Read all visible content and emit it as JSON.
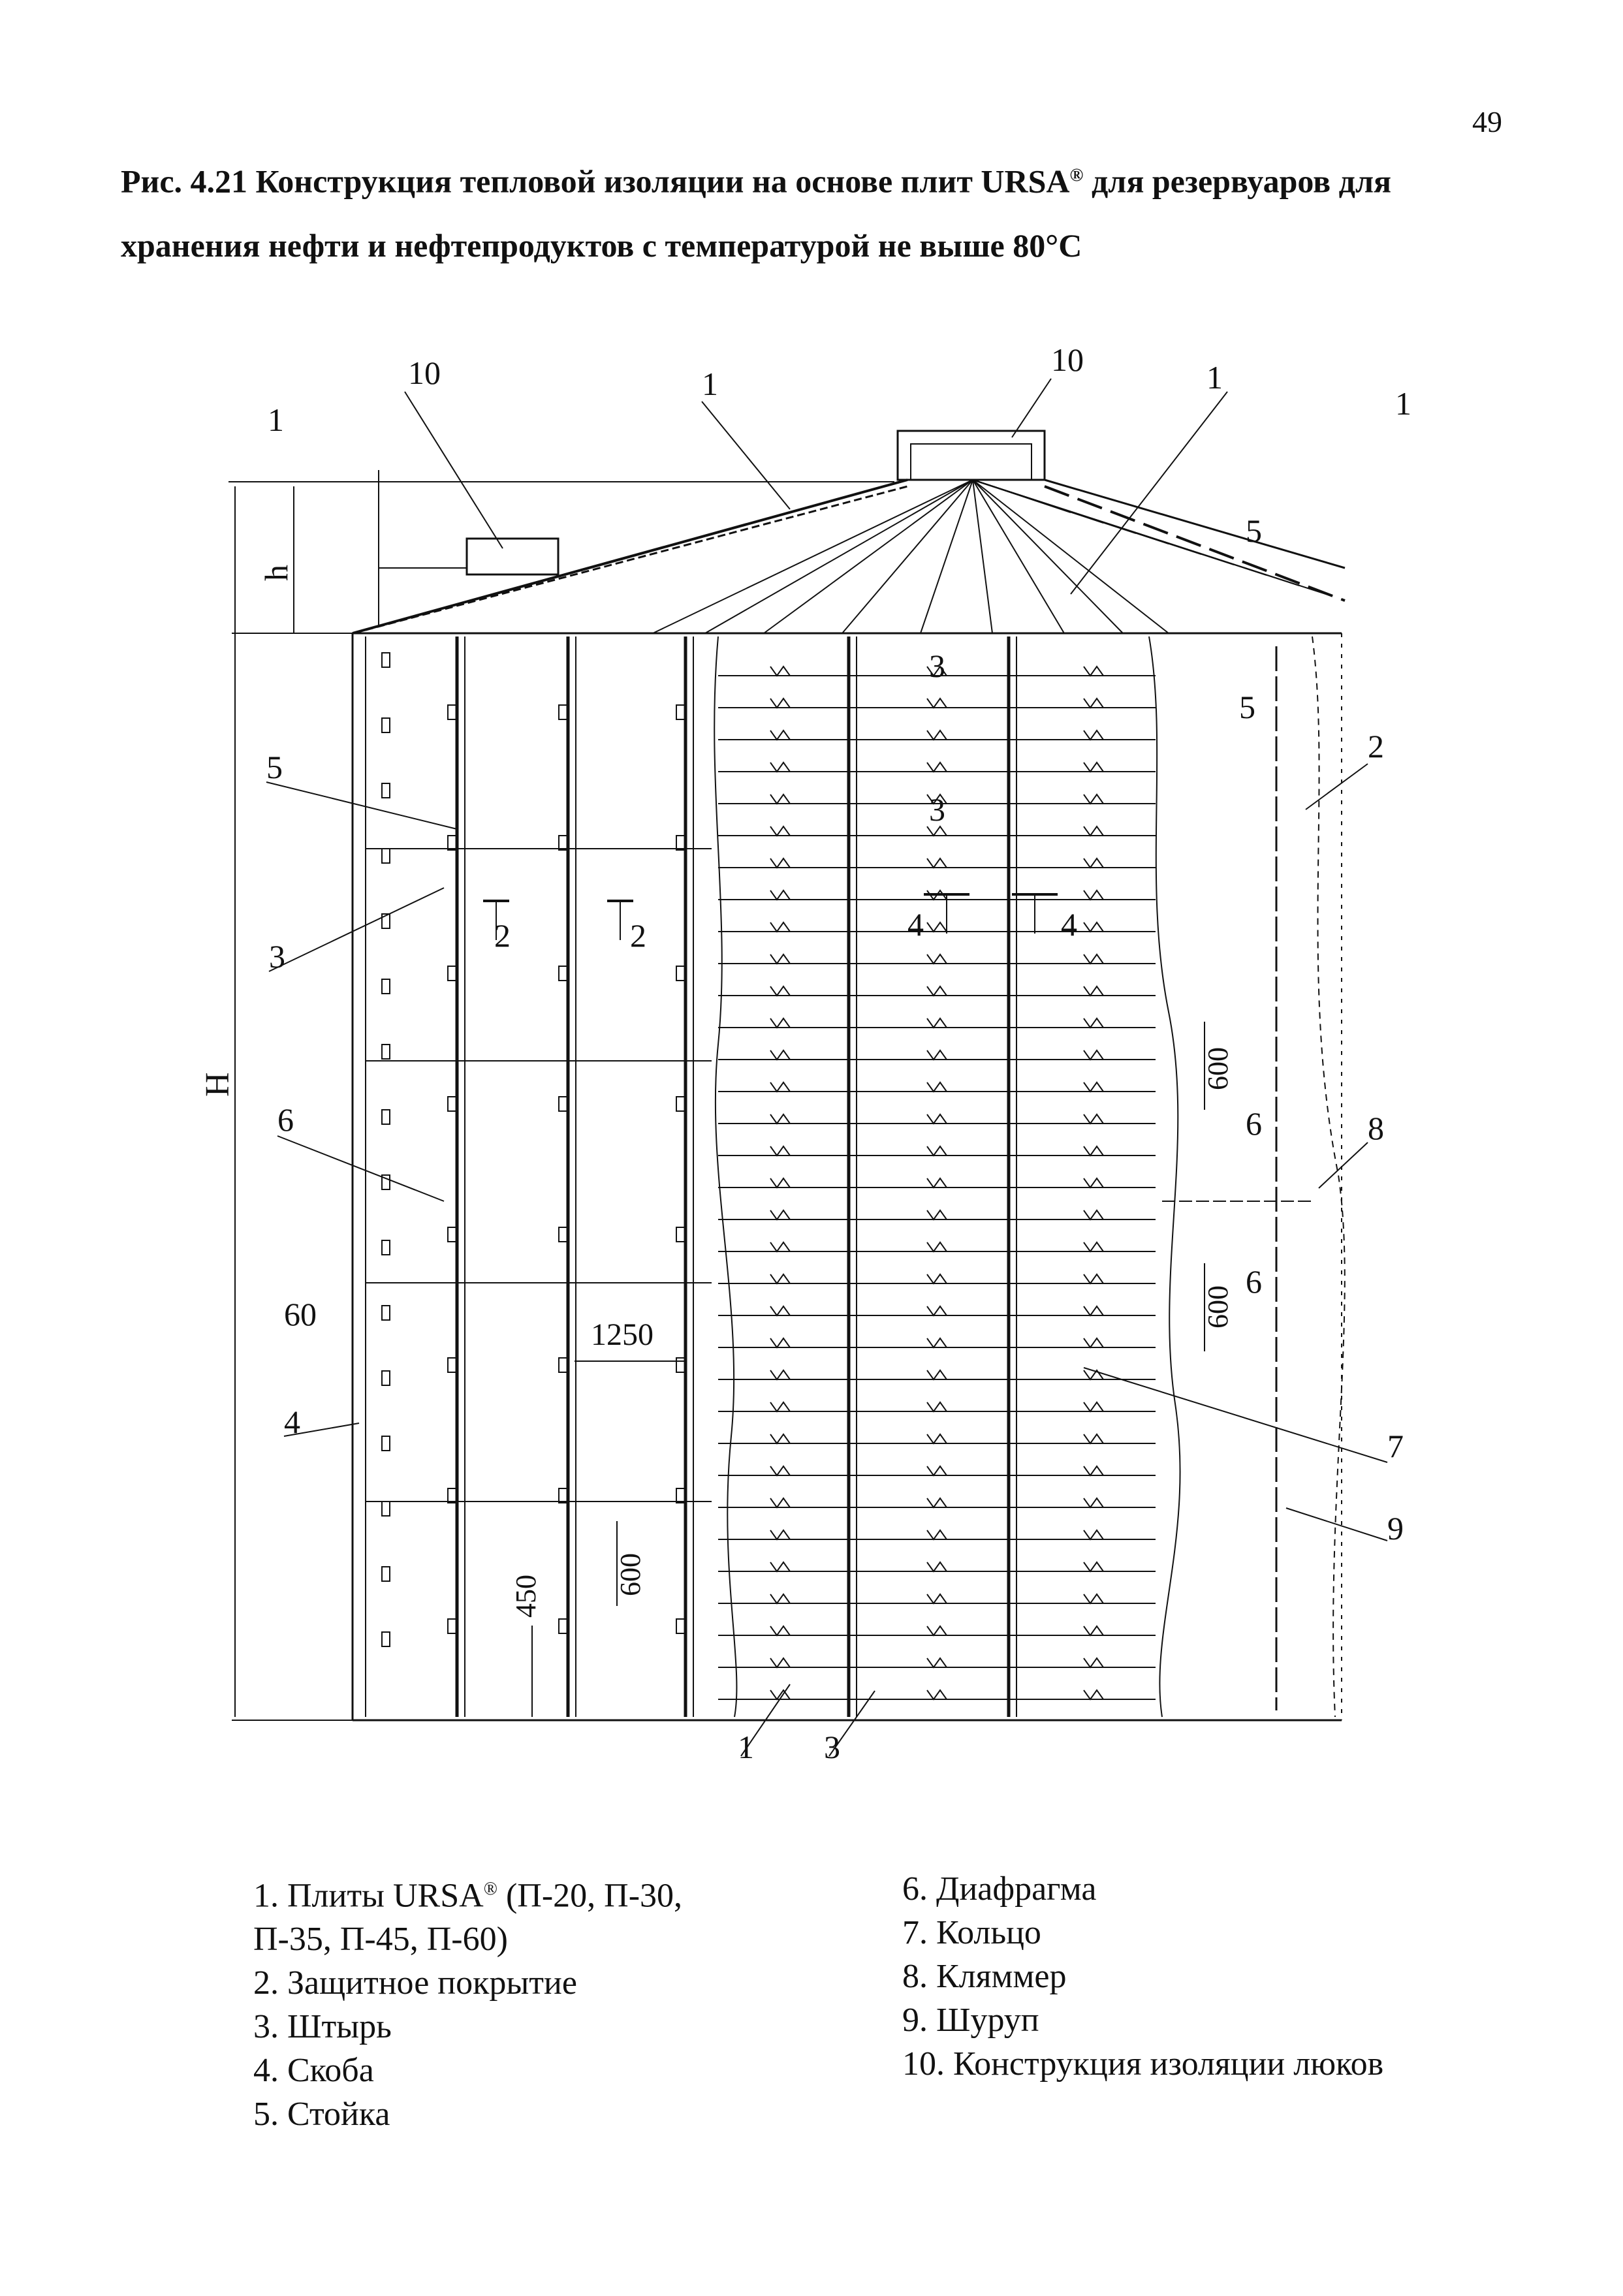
{
  "page_number": "49",
  "caption": {
    "prefix": "Рис. 4.21 Конструкция тепловой изоляции на основе плит URSA",
    "superscript": "®",
    "suffix": " для резервуаров для хранения нефти и нефтепродуктов с температурой не выше 80°С"
  },
  "drawing": {
    "callouts": [
      {
        "id": "c10-left",
        "text": "10"
      },
      {
        "id": "c1-roof-left",
        "text": "1"
      },
      {
        "id": "c10-right",
        "text": "10"
      },
      {
        "id": "c1-roof-right",
        "text": "1"
      },
      {
        "id": "c1-section-left",
        "text": "1"
      },
      {
        "id": "c1-section-right",
        "text": "1"
      },
      {
        "id": "c5-roof",
        "text": "5"
      },
      {
        "id": "c3-top",
        "text": "3"
      },
      {
        "id": "c3-mid",
        "text": "3"
      },
      {
        "id": "c5-right",
        "text": "5"
      },
      {
        "id": "c2-right",
        "text": "2"
      },
      {
        "id": "c5-left",
        "text": "5"
      },
      {
        "id": "c3-left",
        "text": "3"
      },
      {
        "id": "c2-sec-a",
        "text": "2"
      },
      {
        "id": "c2-sec-b",
        "text": "2"
      },
      {
        "id": "c4-sec-a",
        "text": "4"
      },
      {
        "id": "c4-sec-b",
        "text": "4"
      },
      {
        "id": "c6-left",
        "text": "6"
      },
      {
        "id": "c6-right-top",
        "text": "6"
      },
      {
        "id": "c8-right",
        "text": "8"
      },
      {
        "id": "c6-right-bottom",
        "text": "6"
      },
      {
        "id": "c60-left",
        "text": "60"
      },
      {
        "id": "c4-left",
        "text": "4"
      },
      {
        "id": "c7-right",
        "text": "7"
      },
      {
        "id": "c9-right",
        "text": "9"
      },
      {
        "id": "c1-bottom",
        "text": "1"
      },
      {
        "id": "c3-bottom",
        "text": "3"
      }
    ],
    "dimensions": {
      "h": "h",
      "H": "H",
      "d600_top": "600",
      "d600_mid": "600",
      "d600_bottom": "600",
      "d1250": "1250",
      "d450": "450"
    }
  },
  "legend": {
    "left": [
      {
        "prefix": "1.  Плиты URSA",
        "sup": "®",
        "suffix": " (П-20, П-30,"
      },
      {
        "prefix": "П-35, П-45, П-60)",
        "sup": "",
        "suffix": ""
      },
      {
        "prefix": "2. Защитное покрытие",
        "sup": "",
        "suffix": ""
      },
      {
        "prefix": "3. Штырь",
        "sup": "",
        "suffix": ""
      },
      {
        "prefix": "4. Скоба",
        "sup": "",
        "suffix": ""
      },
      {
        "prefix": "5. Стойка",
        "sup": "",
        "suffix": ""
      }
    ],
    "right": [
      {
        "prefix": "6. Диафрагма",
        "sup": "",
        "suffix": ""
      },
      {
        "prefix": "7. Кольцо",
        "sup": "",
        "suffix": ""
      },
      {
        "prefix": "8. Кляммер",
        "sup": "",
        "suffix": ""
      },
      {
        "prefix": "9. Шуруп",
        "sup": "",
        "suffix": ""
      },
      {
        "prefix": "10. Конструкция изоляции люков",
        "sup": "",
        "suffix": ""
      }
    ]
  }
}
